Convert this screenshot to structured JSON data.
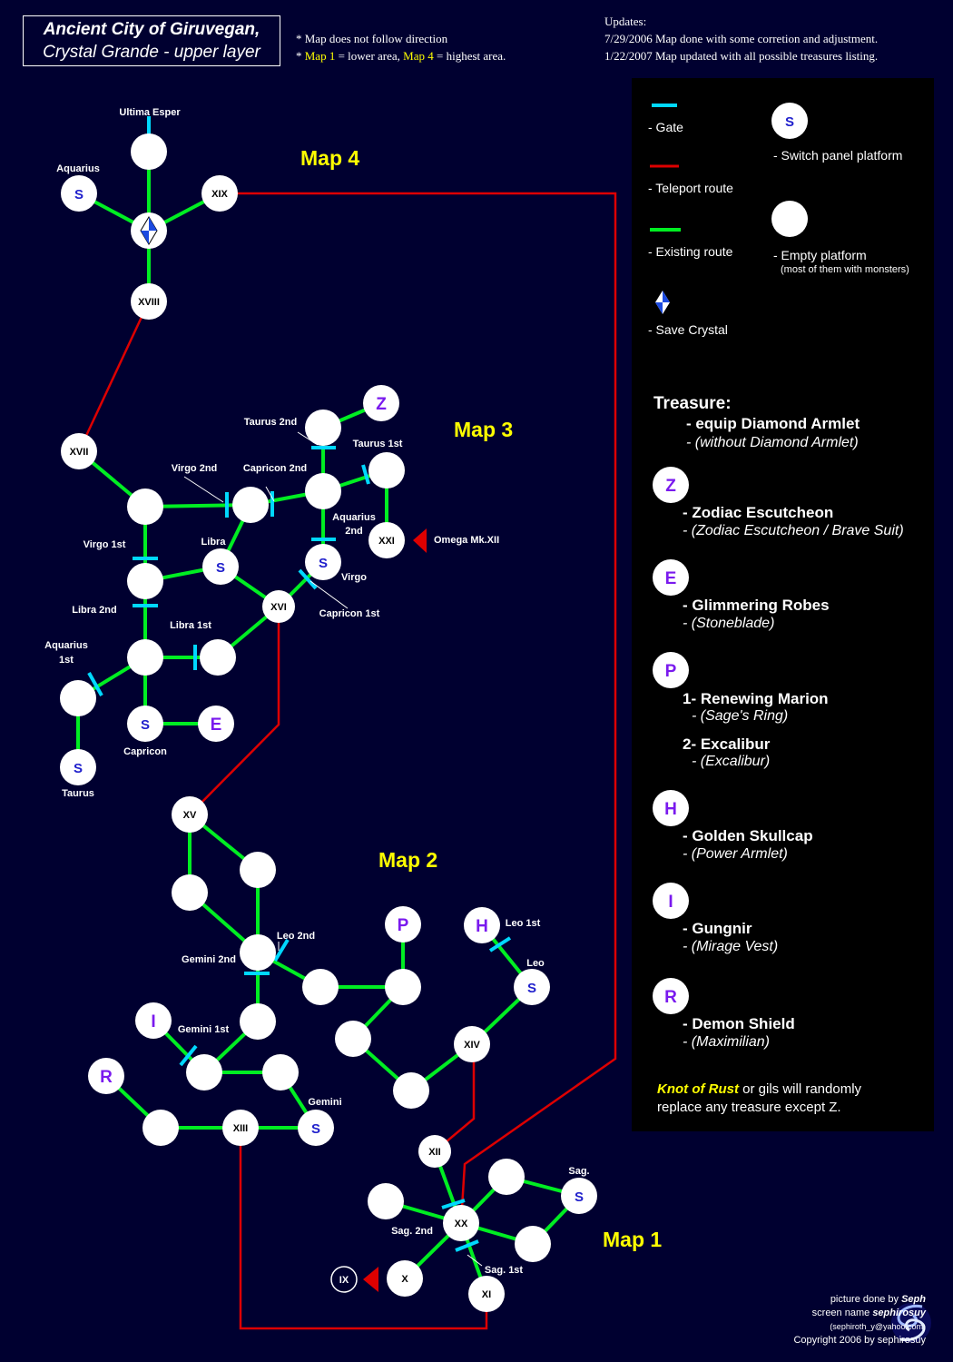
{
  "title": {
    "line1": "Ancient City of Giruvegan,",
    "line2": "Crystal Grande - upper layer"
  },
  "notes": {
    "line1": "* Map does not follow direction",
    "line2_pre": "* ",
    "map1": "Map 1",
    "line2_mid": " = lower area,  ",
    "map4": "Map 4",
    "line2_post": " = highest area."
  },
  "updates": {
    "heading": "Updates:",
    "line1": "7/29/2006 Map done with some corretion and adjustment.",
    "line2": "1/22/2007 Map updated with all possible treasures listing."
  },
  "legend": {
    "gate": "- Gate",
    "teleport": "- Teleport route",
    "existing": "- Existing route",
    "save": "- Save Crystal",
    "switch": "- Switch panel platform",
    "empty": "- Empty platform",
    "empty_note": "(most of them with monsters)",
    "switch_glyph": "S"
  },
  "treasure": {
    "heading": "Treasure:",
    "equip": "-  equip Diamond Armlet",
    "without": "-  (without Diamond Armlet)",
    "items": [
      {
        "letter": "Z",
        "primary": "- Zodiac Escutcheon",
        "alt": "- (Zodiac Escutcheon / Brave Suit)"
      },
      {
        "letter": "E",
        "primary": "- Glimmering Robes",
        "alt": "- (Stoneblade)"
      },
      {
        "letter": "P",
        "primary": "1- Renewing Marion",
        "alt": "- (Sage's Ring)",
        "primary2": "2- Excalibur",
        "alt2": "- (Excalibur)"
      },
      {
        "letter": "H",
        "primary": "- Golden Skullcap",
        "alt": "- (Power Armlet)"
      },
      {
        "letter": "I",
        "primary": "- Gungnir",
        "alt": "- (Mirage Vest)"
      },
      {
        "letter": "R",
        "primary": "- Demon Shield",
        "alt": "- (Maximilian)"
      }
    ],
    "note_em": "Knot of Rust",
    "note_rest": " or gils will randomly",
    "note_line2": "replace any treasure  except Z."
  },
  "maps": {
    "m1": "Map 1",
    "m2": "Map 2",
    "m3": "Map 3",
    "m4": "Map 4"
  },
  "labels": {
    "ultima": "Ultima Esper",
    "aquarius": "Aquarius",
    "xix": "XIX",
    "xviii": "XVIII",
    "xvii": "XVII",
    "taurus2": "Taurus 2nd",
    "taurus1": "Taurus 1st",
    "virgo2": "Virgo 2nd",
    "capricon2": "Capricon 2nd",
    "aquarius2a": "Aquarius",
    "aquarius2b": "2nd",
    "xxi": "XXI",
    "omega": "Omega Mk.XII",
    "virgo1": "Virgo 1st",
    "libra": "Libra",
    "virgo": "Virgo",
    "capricon1": "Capricon 1st",
    "xvi": "XVI",
    "libra2": "Libra 2nd",
    "libra1": "Libra 1st",
    "aquarius1a": "Aquarius",
    "aquarius1b": "1st",
    "capricon": "Capricon",
    "taurus": "Taurus",
    "xv": "XV",
    "leo2": "Leo 2nd",
    "gemini2": "Gemini 2nd",
    "leo1": "Leo 1st",
    "leo": "Leo",
    "gemini1": "Gemini 1st",
    "xiv": "XIV",
    "gemini": "Gemini",
    "xiii": "XIII",
    "xii": "XII",
    "sag": "Sag.",
    "sag2": "Sag. 2nd",
    "xx": "XX",
    "sag1": "Sag. 1st",
    "ix": "IX",
    "x": "X",
    "xi": "XI",
    "s": "S",
    "z": "Z",
    "e": "E",
    "p": "P",
    "h": "H",
    "i": "I",
    "r": "R"
  },
  "credit": {
    "line1_pre": "picture done by ",
    "author": "Seph",
    "line2_pre": "screen name ",
    "screen": "sephirosuy",
    "email": "(sephiroth_y@yahoo.com)",
    "copyright": "Copyright 2006 by sephirosuy"
  },
  "colors": {
    "background": "#000030",
    "gate": "#00d8ff",
    "teleport": "#dd0000",
    "existing": "#00ee22",
    "map_title": "#ffff00",
    "letter": "#7a1aee",
    "switch": "#2020cc"
  }
}
